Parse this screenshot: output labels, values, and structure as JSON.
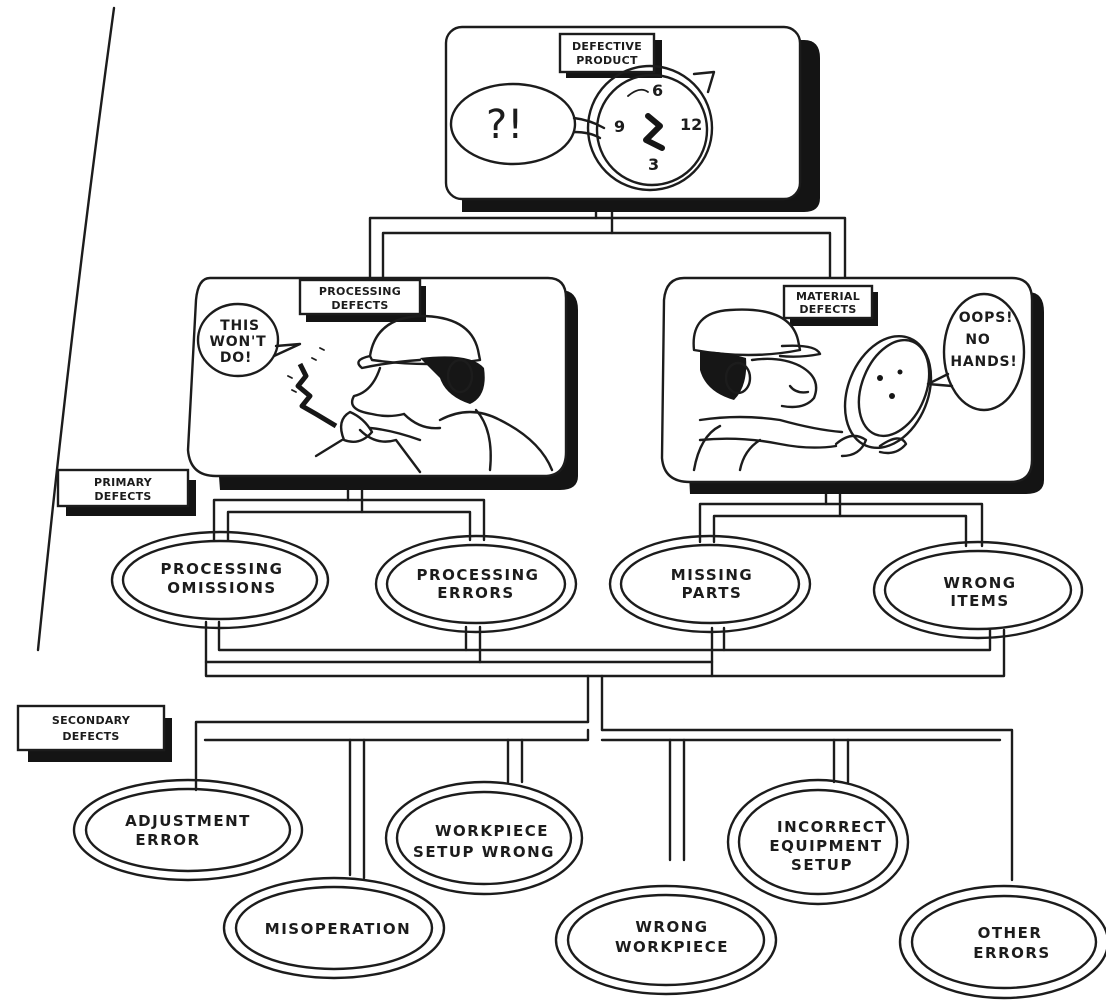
{
  "root": {
    "tag_lines": [
      "DEFECTIVE",
      "PRODUCT"
    ],
    "interrobang": "?!",
    "clock_numbers": [
      "6",
      "9",
      "12",
      "3"
    ]
  },
  "branches": [
    {
      "tag_lines": [
        "PROCESSING",
        "DEFECTS"
      ],
      "speech_lines": [
        "THIS",
        "WON'T",
        "DO!"
      ]
    },
    {
      "tag_lines": [
        "MATERIAL",
        "DEFECTS"
      ],
      "speech_lines": [
        "OOPS!",
        "NO",
        "HANDS!"
      ]
    }
  ],
  "primary_label_lines": [
    "PRIMARY",
    "DEFECTS"
  ],
  "secondary_label_lines": [
    "SECONDARY",
    "DEFECTS"
  ],
  "primary_defects": [
    {
      "lines": [
        "PROCESSING",
        "OMISSIONS"
      ]
    },
    {
      "lines": [
        "PROCESSING",
        "ERRORS"
      ]
    },
    {
      "lines": [
        "MISSING",
        "PARTS"
      ]
    },
    {
      "lines": [
        "WRONG",
        "ITEMS"
      ]
    }
  ],
  "secondary_defects": [
    {
      "lines": [
        "ADJUSTMENT",
        "ERROR"
      ]
    },
    {
      "lines": [
        "MISOPERATION"
      ]
    },
    {
      "lines": [
        "WORKPIECE",
        "SETUP  WRONG"
      ]
    },
    {
      "lines": [
        "WRONG",
        "WORKPIECE"
      ]
    },
    {
      "lines": [
        "INCORRECT",
        "EQUIPMENT",
        "SETUP"
      ]
    },
    {
      "lines": [
        "OTHER",
        "ERRORS"
      ]
    }
  ]
}
